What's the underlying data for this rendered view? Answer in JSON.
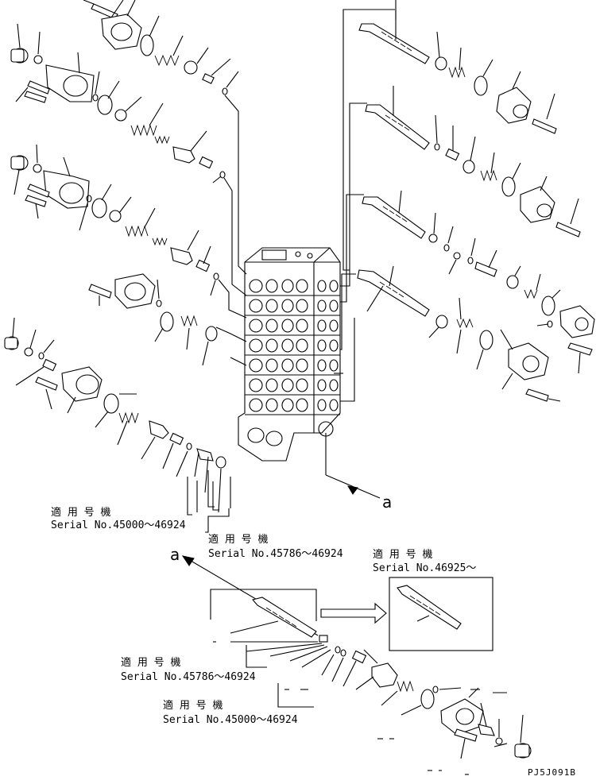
{
  "labels": {
    "applicable_machine": "適 用 号 機",
    "serial_1": "Serial No.45000～46924",
    "serial_2": "Serial No.45786～46924",
    "serial_3": "Serial No.46925～",
    "serial_4": "Serial No.45786～46924",
    "serial_5": "Serial No.45000～46924"
  },
  "view_reference": {
    "letter_a": "a"
  },
  "drawing_code": "PJ5J091B"
}
